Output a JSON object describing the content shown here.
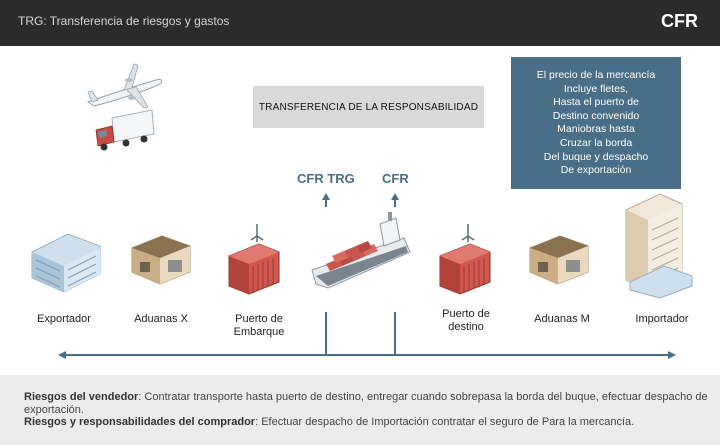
{
  "header": {
    "title": "TRG: Transferencia de riesgos y gastos",
    "code": "CFR"
  },
  "responsibility_box": "TRANSFERENCIA DE LA RESPONSABILIDAD",
  "price_box": [
    "El precio de la mercancía",
    "Incluye fletes,",
    "Hasta el puerto de",
    "Destino convenido",
    "Maniobras hasta",
    "Cruzar la borda",
    "Del buque y despacho",
    "De exportación"
  ],
  "markers": {
    "cfr_trg": "CFR TRG",
    "cfr": "CFR"
  },
  "stations": [
    {
      "label": "Exportador",
      "icon": "office-building-icon"
    },
    {
      "label": "Aduanas X",
      "icon": "customs-warehouse-icon"
    },
    {
      "label": "Puerto de\nEmbarque",
      "icon": "shipping-container-icon"
    },
    {
      "label": "",
      "icon": "cargo-ship-icon"
    },
    {
      "label": "Puerto de\ndestino",
      "icon": "shipping-container-icon"
    },
    {
      "label": "Aduanas M",
      "icon": "customs-warehouse-icon"
    },
    {
      "label": "Importador",
      "icon": "tower-building-icon"
    }
  ],
  "transport_icons": [
    "airplane-icon",
    "truck-icon"
  ],
  "footer": {
    "seller_label": "Riesgos del vendedor",
    "seller_text": ": Contratar transporte hasta puerto de destino, entregar cuando sobrepasa la borda del buque, efectuar despacho de exportación.",
    "buyer_label": "Riesgos y responsabilidades del comprador",
    "buyer_text": ": Efectuar despacho de Importación contratar el seguro de Para la mercancía."
  },
  "colors": {
    "header_bg": "#2b2b2b",
    "accent": "#486f87",
    "box_gray": "#d9d9d9",
    "footer_bg": "#ececec",
    "container_red": "#c0504d"
  }
}
